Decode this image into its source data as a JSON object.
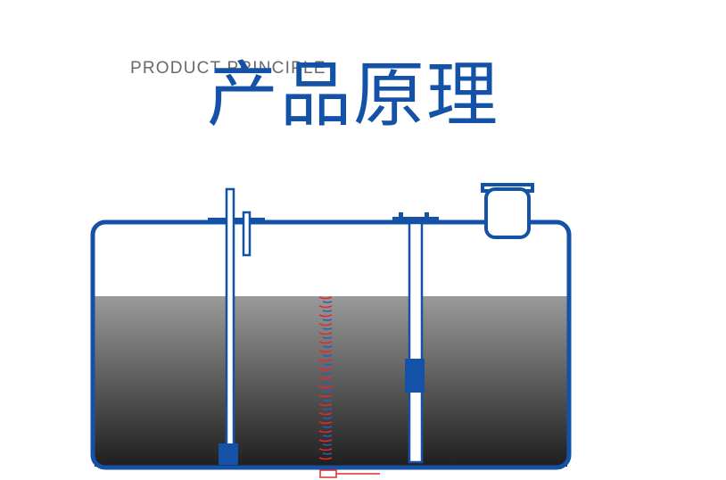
{
  "header": {
    "subtitle": "PRODUCT PRINCIPLE",
    "title": "产品原理"
  },
  "colors": {
    "accent_blue": "#1452a7",
    "wave_red": "#e52a2a",
    "liquid_top": "#9a9a9a",
    "liquid_bottom": "#232323",
    "text_gray": "#6a6a6a"
  },
  "diagram": {
    "icons": [
      "tank",
      "level-probe",
      "float-sensor",
      "manhole",
      "ultrasonic-transducer",
      "sound-wave"
    ]
  }
}
